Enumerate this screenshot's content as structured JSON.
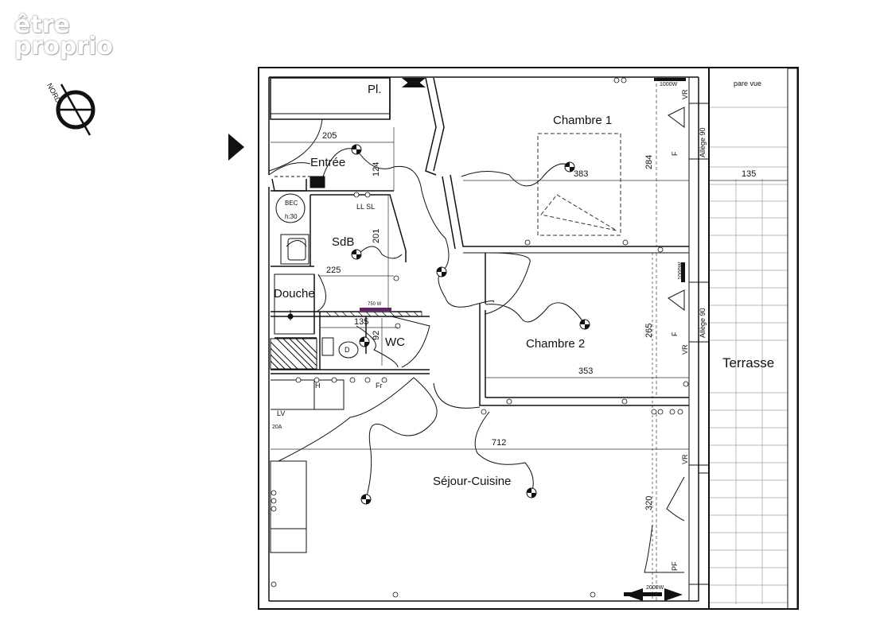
{
  "logo": {
    "line1": "être",
    "line2": "proprio"
  },
  "compass": {
    "north_label": "NORD"
  },
  "rooms": {
    "placard": "Pl.",
    "entree": "Entrée",
    "chambre1": "Chambre 1",
    "chambre2": "Chambre 2",
    "sdb": "SdB",
    "douche": "Douche",
    "wc": "WC",
    "sejour": "Séjour-Cuisine",
    "terrasse": "Terrasse"
  },
  "dimensions": {
    "d205": "205",
    "d383": "383",
    "d284": "284",
    "d135_terrace": "135",
    "d124": "124",
    "d201": "201",
    "d225": "225",
    "d135_wc": "135",
    "d92": "92",
    "d265": "265",
    "d353": "353",
    "d712": "712",
    "d320": "320"
  },
  "annotations": {
    "pare_vue": "pare vue",
    "radiator_1000w_ch1": "1000W",
    "radiator_1000w_ch2": "1000W",
    "radiator_2000w_sejour": "2000W",
    "radiator_750w_sdb": "750 W",
    "vr_ch1": "VR",
    "vr_ch2": "VR",
    "vr_sejour": "VR",
    "f_ch1": "F",
    "f_ch2": "F",
    "pf_sejour": "PF",
    "allege_ch1": "Allège 90",
    "allege_ch2": "Allège 90",
    "ll_sl": "LL SL",
    "bec": "BEC",
    "bec_h30": "h:30",
    "d_wc": "D",
    "h_kitchen": "H",
    "fr_kitchen": "Fr",
    "lv_kitchen": "LV",
    "a20": "20A"
  }
}
